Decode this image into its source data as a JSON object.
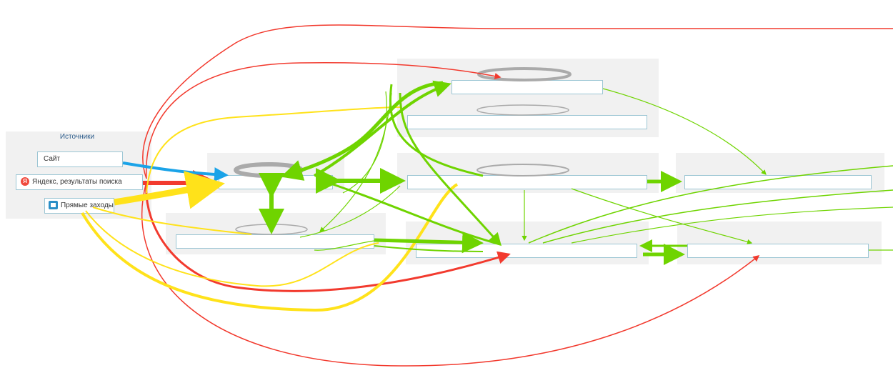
{
  "sources": {
    "title": "Источники",
    "items": [
      {
        "label": "Сайт",
        "icon": ""
      },
      {
        "label": "Яндекс, результаты поиска",
        "icon": "yandex-icon"
      },
      {
        "label": "Прямые заходы",
        "icon": "direct-visit-icon"
      }
    ]
  },
  "colors": {
    "site": "#1aa3e8",
    "yandex": "#f23a2e",
    "direct": "#ffe21a",
    "internal": "#6fd400",
    "loop": "#aaaaaa",
    "group_bg": "#f1f1f1",
    "node_border": "#9cc6d4"
  }
}
